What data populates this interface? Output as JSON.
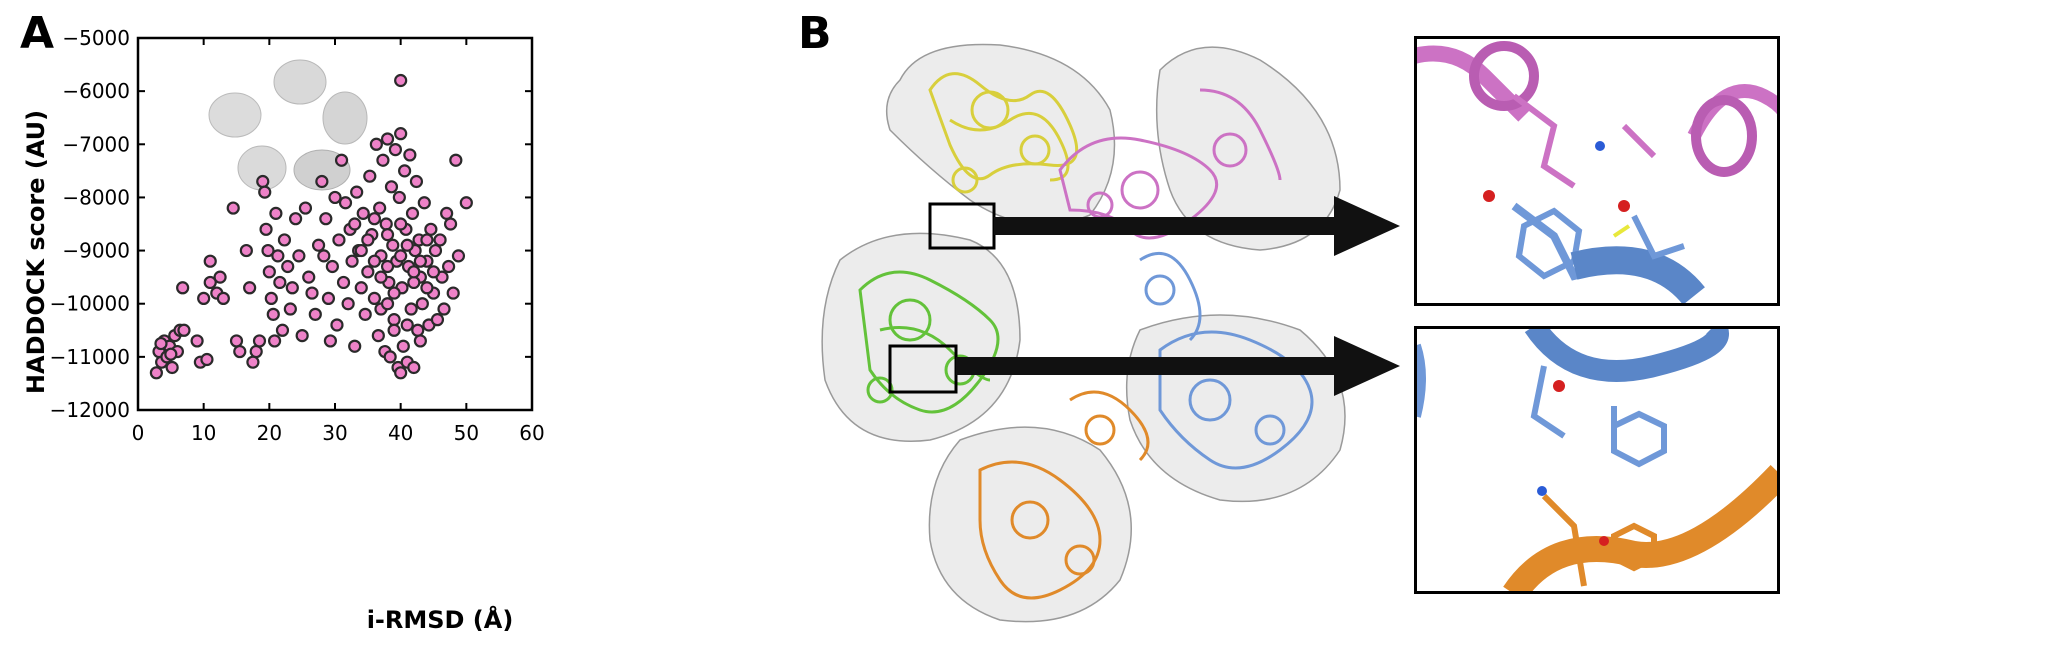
{
  "panels": {
    "a_label": "A",
    "b_label": "B"
  },
  "chart_data": {
    "type": "scatter",
    "xlabel": "i-RMSD (Å)",
    "ylabel": "HADDOCK score (AU)",
    "xlim": [
      0,
      60
    ],
    "ylim": [
      -12000,
      -5000
    ],
    "xticks": [
      0,
      10,
      20,
      30,
      40,
      50,
      60
    ],
    "yticks": [
      -5000,
      -6000,
      -7000,
      -8000,
      -9000,
      -10000,
      -11000,
      -12000
    ],
    "grid": false,
    "marker_color": "#ee82c8",
    "marker_edge": "#2a2a2a",
    "points": [
      [
        2.8,
        -11300
      ],
      [
        3.2,
        -10900
      ],
      [
        3.6,
        -11100
      ],
      [
        4,
        -10700
      ],
      [
        4.4,
        -11000
      ],
      [
        4.8,
        -10800
      ],
      [
        5.2,
        -11200
      ],
      [
        5.6,
        -10600
      ],
      [
        6,
        -10900
      ],
      [
        6.4,
        -10500
      ],
      [
        6.8,
        -9700
      ],
      [
        5,
        -10950
      ],
      [
        3.5,
        -10750
      ],
      [
        7,
        -10500
      ],
      [
        9,
        -10700
      ],
      [
        9.5,
        -11100
      ],
      [
        10,
        -9900
      ],
      [
        10.5,
        -11050
      ],
      [
        11,
        -9200
      ],
      [
        11,
        -9600
      ],
      [
        12,
        -9800
      ],
      [
        12.5,
        -9500
      ],
      [
        13,
        -9900
      ],
      [
        14.5,
        -8200
      ],
      [
        15,
        -10700
      ],
      [
        15.5,
        -10900
      ],
      [
        16.5,
        -9000
      ],
      [
        17,
        -9700
      ],
      [
        17.5,
        -11100
      ],
      [
        18,
        -10900
      ],
      [
        18.5,
        -10700
      ],
      [
        19,
        -7700
      ],
      [
        19.3,
        -7900
      ],
      [
        19.5,
        -8600
      ],
      [
        19.8,
        -9000
      ],
      [
        20,
        -9400
      ],
      [
        20.3,
        -9900
      ],
      [
        20.6,
        -10200
      ],
      [
        20.8,
        -10700
      ],
      [
        21,
        -8300
      ],
      [
        21.3,
        -9100
      ],
      [
        21.6,
        -9600
      ],
      [
        22,
        -10500
      ],
      [
        22.3,
        -8800
      ],
      [
        22.8,
        -9300
      ],
      [
        23.2,
        -10100
      ],
      [
        23.5,
        -9700
      ],
      [
        24,
        -8400
      ],
      [
        24.5,
        -9100
      ],
      [
        25,
        -10600
      ],
      [
        25.5,
        -8200
      ],
      [
        26,
        -9500
      ],
      [
        26.5,
        -9800
      ],
      [
        27,
        -10200
      ],
      [
        27.5,
        -8900
      ],
      [
        28,
        -7700
      ],
      [
        28.3,
        -9100
      ],
      [
        28.6,
        -8400
      ],
      [
        29,
        -9900
      ],
      [
        29.3,
        -10700
      ],
      [
        29.6,
        -9300
      ],
      [
        30,
        -8000
      ],
      [
        30.3,
        -10400
      ],
      [
        30.6,
        -8800
      ],
      [
        31,
        -7300
      ],
      [
        31.3,
        -9600
      ],
      [
        31.6,
        -8100
      ],
      [
        32,
        -10000
      ],
      [
        32.3,
        -8600
      ],
      [
        32.6,
        -9200
      ],
      [
        33,
        -10800
      ],
      [
        33.3,
        -7900
      ],
      [
        33.6,
        -9000
      ],
      [
        34,
        -9700
      ],
      [
        34.3,
        -8300
      ],
      [
        34.6,
        -10200
      ],
      [
        35,
        -9400
      ],
      [
        35.3,
        -7600
      ],
      [
        35.6,
        -8700
      ],
      [
        36,
        -9900
      ],
      [
        36.3,
        -7000
      ],
      [
        36.6,
        -10600
      ],
      [
        36.8,
        -8200
      ],
      [
        37,
        -9100
      ],
      [
        37.3,
        -7300
      ],
      [
        37.6,
        -10900
      ],
      [
        37.8,
        -8500
      ],
      [
        38,
        -6900
      ],
      [
        38.2,
        -9600
      ],
      [
        38.4,
        -11000
      ],
      [
        38.6,
        -7800
      ],
      [
        38.8,
        -8900
      ],
      [
        39,
        -10300
      ],
      [
        39.2,
        -7100
      ],
      [
        39.4,
        -9200
      ],
      [
        39.6,
        -11200
      ],
      [
        39.8,
        -8000
      ],
      [
        40,
        -5800
      ],
      [
        40,
        -6800
      ],
      [
        40.2,
        -9700
      ],
      [
        40.4,
        -10800
      ],
      [
        40.6,
        -7500
      ],
      [
        40.8,
        -8600
      ],
      [
        41,
        -11100
      ],
      [
        41.2,
        -9300
      ],
      [
        41.4,
        -7200
      ],
      [
        41.6,
        -10100
      ],
      [
        41.8,
        -8300
      ],
      [
        42,
        -11200
      ],
      [
        42.2,
        -9000
      ],
      [
        42.4,
        -7700
      ],
      [
        42.6,
        -10500
      ],
      [
        42.8,
        -8800
      ],
      [
        43,
        -9500
      ],
      [
        43.3,
        -10000
      ],
      [
        43.6,
        -8100
      ],
      [
        44,
        -9200
      ],
      [
        44.3,
        -10400
      ],
      [
        44.6,
        -8600
      ],
      [
        45,
        -9800
      ],
      [
        45.3,
        -9000
      ],
      [
        45.6,
        -10300
      ],
      [
        46,
        -8800
      ],
      [
        46.3,
        -9500
      ],
      [
        46.6,
        -10100
      ],
      [
        47,
        -8300
      ],
      [
        47.3,
        -9300
      ],
      [
        47.6,
        -8500
      ],
      [
        48,
        -9800
      ],
      [
        48.4,
        -7300
      ],
      [
        48.8,
        -9100
      ],
      [
        50,
        -8100
      ],
      [
        34,
        -9000
      ],
      [
        35,
        -8800
      ],
      [
        36,
        -9200
      ],
      [
        37,
        -9500
      ],
      [
        38,
        -8700
      ],
      [
        39,
        -9800
      ],
      [
        40,
        -9100
      ],
      [
        41,
        -8900
      ],
      [
        42,
        -9600
      ],
      [
        43,
        -9200
      ],
      [
        44,
        -8800
      ],
      [
        45,
        -9400
      ],
      [
        33,
        -8500
      ],
      [
        36,
        -8400
      ],
      [
        38,
        -9300
      ],
      [
        40,
        -8500
      ],
      [
        42,
        -9400
      ],
      [
        44,
        -9700
      ],
      [
        37,
        -10100
      ],
      [
        39,
        -10500
      ],
      [
        41,
        -10400
      ],
      [
        43,
        -10700
      ],
      [
        40,
        -11300
      ],
      [
        38,
        -10000
      ]
    ]
  },
  "panel_b": {
    "colors": {
      "yellow": "#d8cf3c",
      "green": "#63c23a",
      "orange": "#e08a2a",
      "blue": "#6f98d8",
      "pink": "#cc72c4",
      "density": "#cfcfcf"
    }
  }
}
